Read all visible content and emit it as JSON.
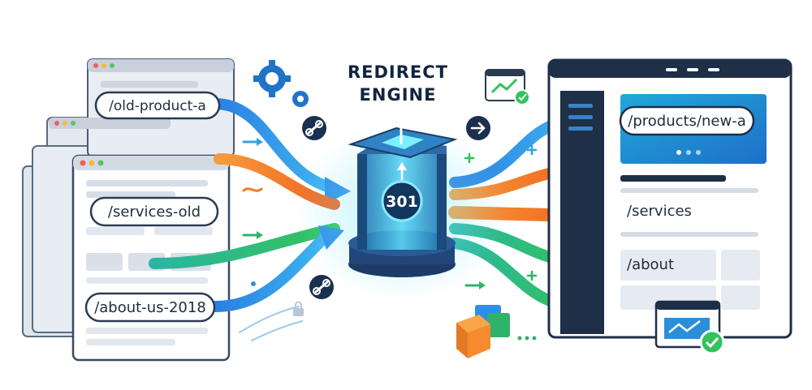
{
  "title": {
    "line1": "REDIRECT",
    "line2": "ENGINE"
  },
  "engine": {
    "status_code": "301"
  },
  "old_urls": {
    "a": "/old-product-a",
    "b": "/services-old",
    "c": "/about-us-2018"
  },
  "new_urls": {
    "a": "/products/new-a",
    "b": "/services",
    "c": "/about"
  },
  "colors": {
    "blue": "#2f8fe8",
    "orange": "#f47a2a",
    "green": "#2fb36b",
    "navy": "#12243f",
    "cyan": "#39d3f0"
  }
}
